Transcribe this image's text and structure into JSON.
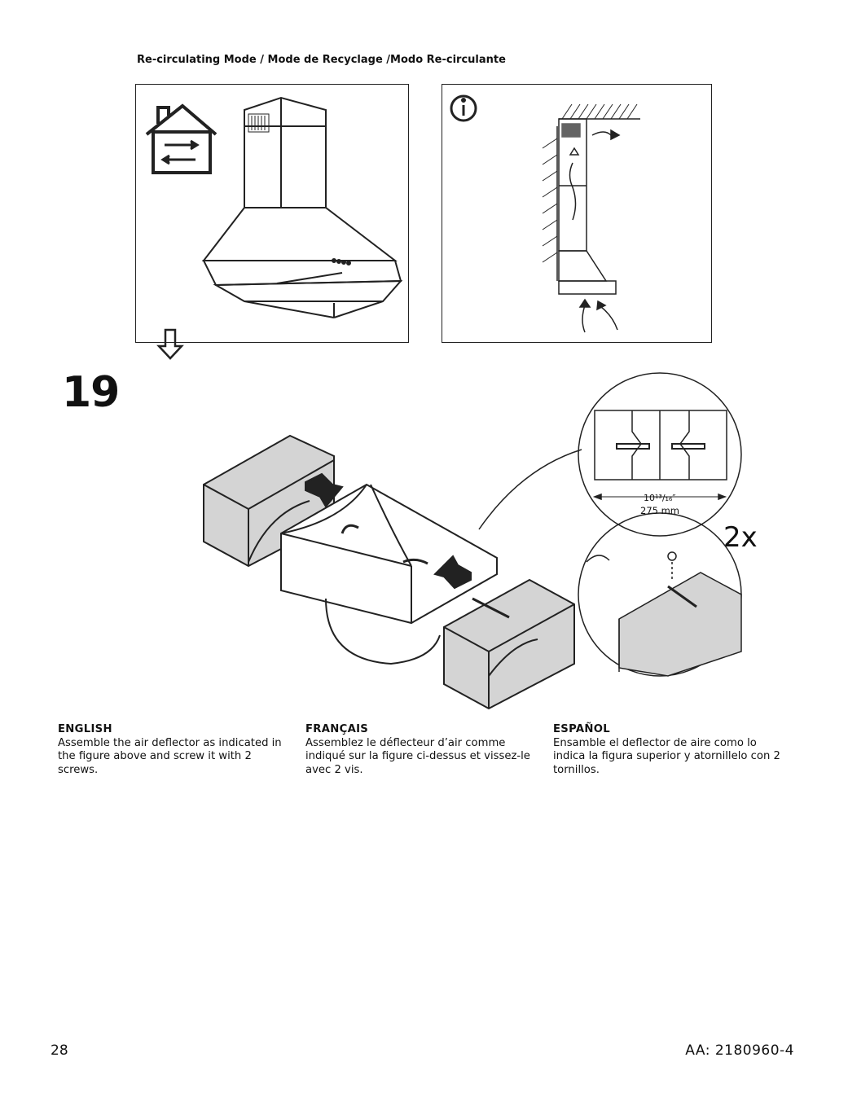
{
  "header": {
    "title": "Re-circulating Mode / Mode de Recyclage /Modo Re-circulante"
  },
  "step": {
    "number": "19"
  },
  "detail": {
    "dimension_inch": "10¹³/₁₆″",
    "dimension_mm": "275 mm",
    "quantity": "2x"
  },
  "icons": [
    "house-recirculation-icon",
    "info-icon",
    "down-arrow-icon"
  ],
  "instructions": [
    {
      "lang": "ENGLISH",
      "text": "Assemble the air deflector as indicated in the figure above and screw it with 2 screws."
    },
    {
      "lang": "FRANÇAIS",
      "text": "Assemblez le déflecteur d’air comme indiqué sur la figure ci-dessus et vissez-le avec 2 vis."
    },
    {
      "lang": "ESPAÑOL",
      "text": "Ensamble el deflector de aire como lo indica la figura superior y atornillelo con 2 tornillos."
    }
  ],
  "footer": {
    "page_number": "28",
    "doc_id": "AA: 2180960-4"
  }
}
